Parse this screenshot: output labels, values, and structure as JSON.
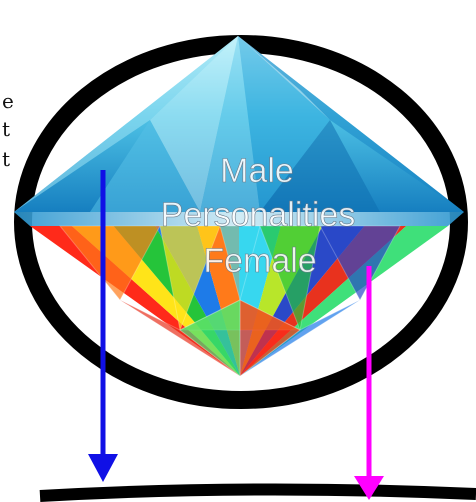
{
  "diagram": {
    "labels": {
      "male": "Male",
      "personalities": "Personalities",
      "female": "Female"
    },
    "edge_glyphs": [
      "e",
      "t",
      "t"
    ],
    "colors": {
      "ring": "#000000",
      "crown_light": "#9fe6f5",
      "crown_mid": "#3cb8e0",
      "crown_dark": "#1477b8",
      "arrow_male": "#1010e6",
      "arrow_female": "#ff00ff",
      "pavilion_facets": [
        "#ff2a1a",
        "#ffe419",
        "#25c43a",
        "#1e7be8",
        "#ff7a1a",
        "#37d7ef",
        "#b8e62a",
        "#2a49c8",
        "#e8321e",
        "#3fe07a"
      ]
    },
    "icons": {
      "gem": "diamond-gem-icon",
      "ring": "ring-ellipse",
      "arrow_male": "arrow-down-icon",
      "arrow_female": "arrow-down-icon"
    }
  }
}
